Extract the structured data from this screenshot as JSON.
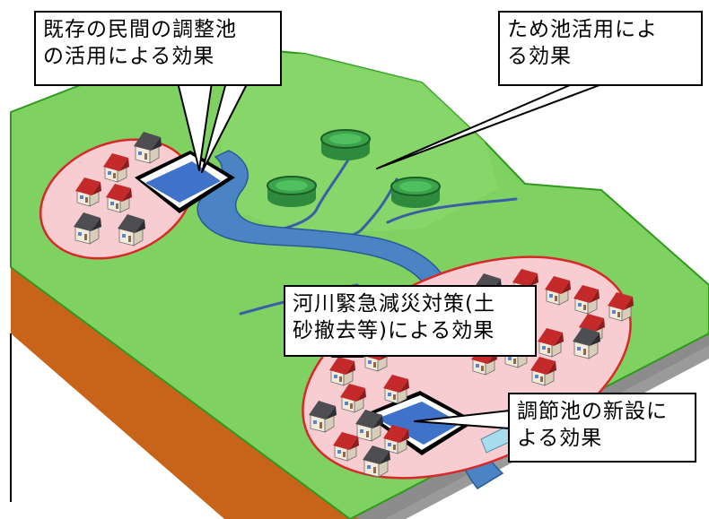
{
  "callouts": {
    "private_pond": {
      "line1": "既存の民間の調整池",
      "line2": "の活用による効果"
    },
    "reservoir": {
      "line1": "ため池活用によ",
      "line2": "る効果"
    },
    "river": {
      "line1": "河川緊急減災対策(土",
      "line2": "砂撤去等)による効果"
    },
    "new_basin": {
      "line1": "調節池の新設に",
      "line2": "よる効果"
    }
  },
  "colors": {
    "ground": "#7fd162",
    "ground_edge": "#2f9a1e",
    "soil": "#c8641a",
    "base": "#8c8c8c",
    "river": "#4a84c4",
    "residential": "#f7cdd1",
    "residential_edge": "#d82828",
    "pond_water": "#3f72c9",
    "reservoir": "#3ba34a",
    "sediment": "#e07a28"
  }
}
